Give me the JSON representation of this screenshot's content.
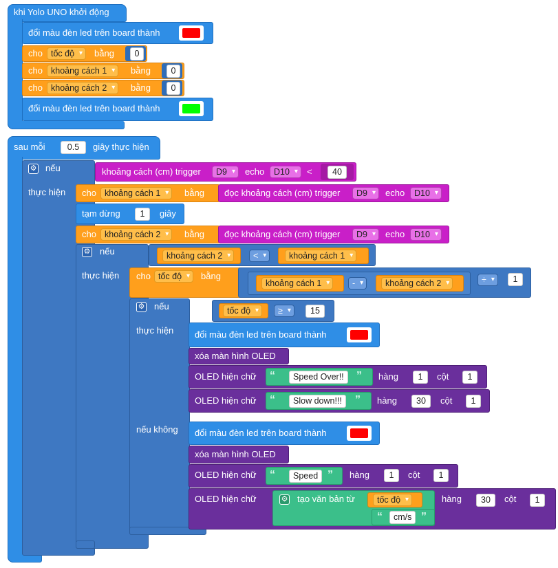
{
  "colors": {
    "red_led": "#ff0000",
    "green_led": "#00ff00"
  },
  "start_block": {
    "hat": "khi Yolo UNO khởi động",
    "led_label": "đổi màu đèn led trên board thành",
    "set_label": "cho",
    "eq_label": "bằng",
    "var_speed": "tốc độ",
    "var_d1": "khoảng cách 1",
    "var_d2": "khoảng cách 2",
    "zero": "0"
  },
  "loop_block": {
    "prefix": "sau mỗi",
    "interval": "0.5",
    "suffix": "giây thực hiện",
    "if_label": "nếu",
    "do_label": "thực hiện",
    "else_label": "nếu không",
    "sensor_label": "khoảng cách (cm) trigger",
    "echo_label": "echo",
    "read_label": "đọc khoảng cách (cm) trigger",
    "pin_trig": "D9",
    "pin_echo": "D10",
    "op_lt": "<",
    "threshold": "40",
    "wait_label": "tạm dừng",
    "wait_value": "1",
    "wait_unit": "giây",
    "op_minus": "-",
    "op_div": "÷",
    "div_value": "1",
    "op_gte": "≥",
    "speed_limit": "15",
    "clear_oled": "xóa màn hình OLED",
    "oled_show": "OLED hiện chữ",
    "row_label": "hàng",
    "col_label": "cột",
    "msg_over": "Speed Over!!",
    "msg_slow": "Slow down!!!",
    "msg_speed": "Speed",
    "text_join": "tạo văn bản từ",
    "unit_text": "cm/s",
    "row_1": "1",
    "col_1": "1",
    "row_30": "30"
  },
  "icons": [
    "gear-icon"
  ]
}
